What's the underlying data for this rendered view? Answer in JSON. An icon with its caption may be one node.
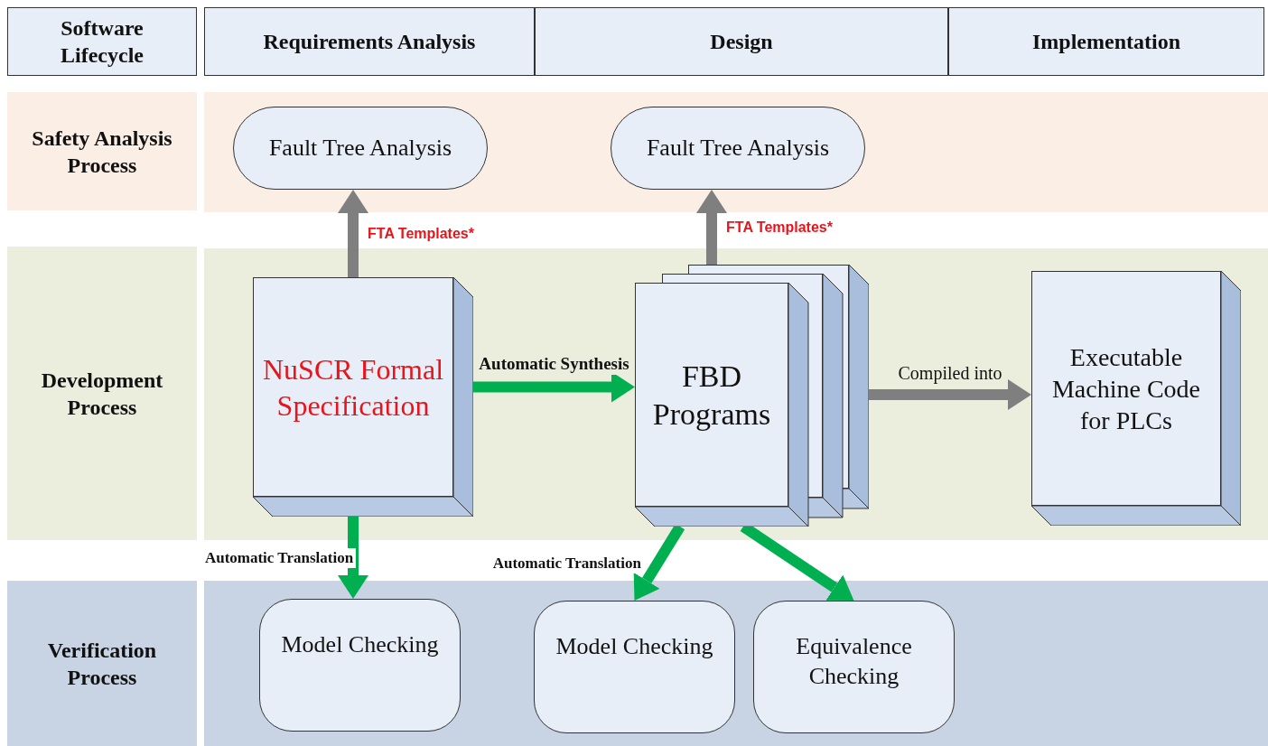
{
  "diagram": {
    "nodes": [
      {
        "text": [
          "Software Lifecycle"
        ]
      },
      {
        "text": [
          "Requirements Analysis"
        ]
      },
      {
        "text": [
          "Design"
        ]
      },
      {
        "text": [
          "Implementation"
        ]
      },
      {
        "text": [
          "Safety Analysis Process"
        ]
      },
      {
        "text": [
          "Fault Tree Analysis"
        ]
      },
      {
        "text": [
          "Fault Tree Analysis"
        ]
      },
      {
        "text": [
          "Development Process"
        ]
      },
      {
        "text": [
          "NuSCR Formal Specification"
        ]
      },
      {
        "text": [
          "FBD Programs"
        ]
      },
      {
        "text": [
          "Executable Machine Code for PLCs"
        ]
      },
      {
        "text": [
          "Verification Process"
        ]
      },
      {
        "text": [
          "Model Checking"
        ]
      },
      {
        "text": [
          "Model Checking"
        ]
      },
      {
        "text": [
          "Equivalence Checking"
        ]
      }
    ],
    "edges": [
      {
        "from": 8,
        "to": 5,
        "arrow": "to",
        "label": "FTA Templates*",
        "color": "#7f7f7f"
      },
      {
        "from": 9,
        "to": 6,
        "arrow": "to",
        "label": "FTA Templates*",
        "color": "#7f7f7f"
      },
      {
        "from": 8,
        "to": 9,
        "arrow": "to",
        "label": "Automatic Synthesis",
        "color": "#00b050"
      },
      {
        "from": 9,
        "to": 10,
        "arrow": "to",
        "label": "Compiled into",
        "color": "#7f7f7f"
      },
      {
        "from": 8,
        "to": 12,
        "arrow": "to",
        "label": "Automatic Translation",
        "color": "#00b050"
      },
      {
        "from": 9,
        "to": 13,
        "arrow": "to",
        "label": "Automatic Translation",
        "color": "#00b050"
      },
      {
        "from": 9,
        "to": 14,
        "arrow": "to",
        "color": "#00b050"
      }
    ]
  }
}
